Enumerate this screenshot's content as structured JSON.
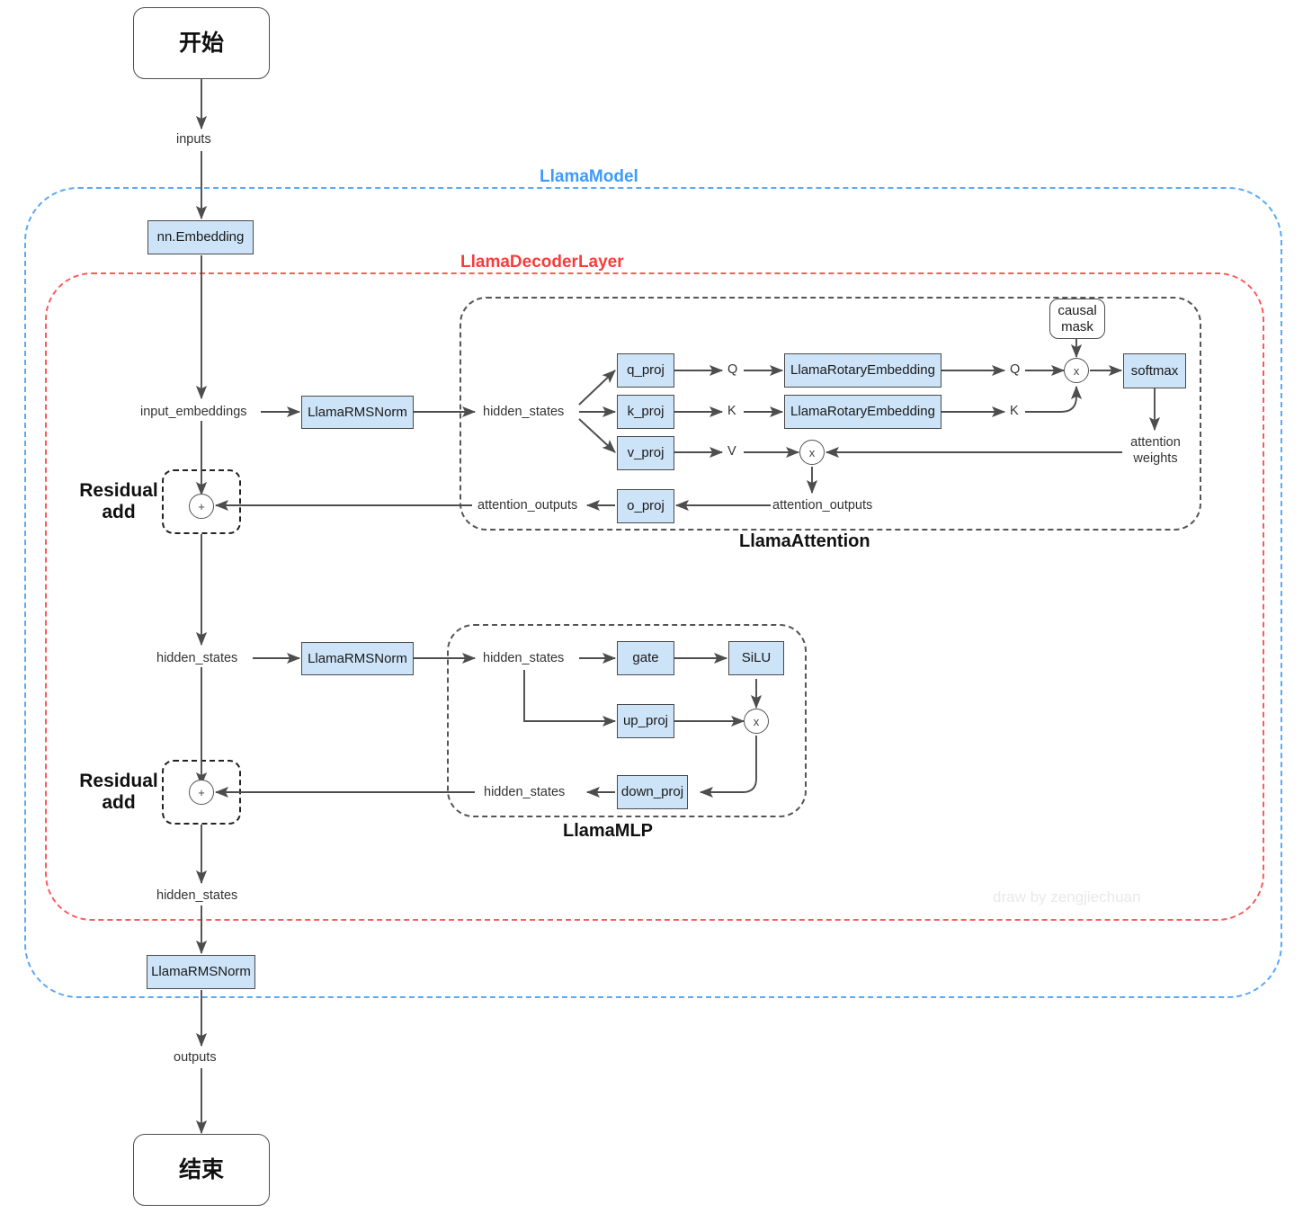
{
  "diagram": {
    "title": "LLaMA model forward-pass architecture flowchart",
    "watermark": "draw by zengjiechuan",
    "colors": {
      "model_accent": "#3d9bfc",
      "decoder_accent": "#fb3b3b",
      "node_fill": "#cde3f7",
      "node_stroke": "#4a4a4a",
      "edge_stroke": "#4d4d4d"
    }
  },
  "groups": {
    "model": {
      "label": "LlamaModel"
    },
    "decoder": {
      "label": "LlamaDecoderLayer"
    },
    "attention": {
      "label": "LlamaAttention"
    },
    "mlp": {
      "label": "LlamaMLP"
    },
    "residual_1": {
      "label": "Residual\nadd",
      "line1": "Residual",
      "line2": "add"
    },
    "residual_2": {
      "label": "Residual\nadd",
      "line1": "Residual",
      "line2": "add"
    }
  },
  "nodes": {
    "start": "开始",
    "end": "结束",
    "embedding": "nn.Embedding",
    "rmsnorm_attn": "LlamaRMSNorm",
    "rmsnorm_mlp": "LlamaRMSNorm",
    "rmsnorm_final": "LlamaRMSNorm",
    "q_proj": "q_proj",
    "k_proj": "k_proj",
    "v_proj": "v_proj",
    "o_proj": "o_proj",
    "rotary_q": "LlamaRotaryEmbedding",
    "rotary_k": "LlamaRotaryEmbedding",
    "softmax": "softmax",
    "causal_mask_line1": "causal",
    "causal_mask_line2": "mask",
    "gate": "gate",
    "silu": "SiLU",
    "up_proj": "up_proj",
    "down_proj": "down_proj",
    "mul_qk": "x",
    "mul_av": "x",
    "mul_mlp": "x",
    "add_1": "+",
    "add_2": "+"
  },
  "edge_labels": {
    "inputs": "inputs",
    "input_embeddings": "input_embeddings",
    "hidden_states_attn_in": "hidden_states",
    "hidden_states_mlp_pre": "hidden_states",
    "hidden_states_mlp_in": "hidden_states",
    "hidden_states_mlp_out": "hidden_states",
    "hidden_states_decoder_out": "hidden_states",
    "attention_outputs_left": "attention_outputs",
    "attention_outputs_right": "attention_outputs",
    "q_label": "Q",
    "k_label": "K",
    "v_label": "V",
    "q_rope_label": "Q",
    "k_rope_label": "K",
    "attention_weights_line1": "attention",
    "attention_weights_line2": "weights",
    "outputs": "outputs"
  }
}
